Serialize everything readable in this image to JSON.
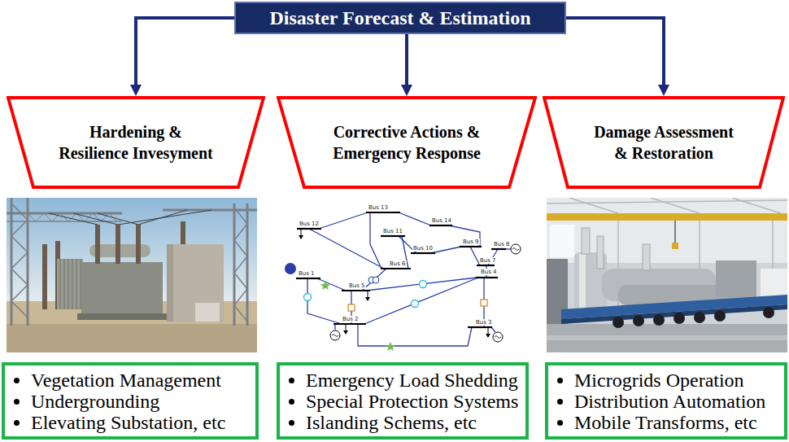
{
  "diagram": {
    "nodes": [
      {
        "text": [
          "Disaster Forecast & Estimation"
        ]
      },
      {
        "text": [
          "Hardening & Resilience Invesyment"
        ]
      },
      {
        "text": [
          "Corrective Actions & Emergency Response"
        ]
      },
      {
        "text": [
          "Damage Assessment & Restoration"
        ]
      },
      {
        "text": [
          "Vegetation Management",
          "Undergrounding",
          "Elevating Substation, etc"
        ]
      },
      {
        "text": [
          "Emergency Load Shedding",
          "Special Protection Systems",
          "Islanding Schems, etc"
        ]
      },
      {
        "text": [
          "Microgrids Operation",
          "Distribution Automation",
          "Mobile Transforms, etc"
        ]
      }
    ],
    "edges": [
      {
        "from": 0,
        "to": 1,
        "arrow": "to"
      },
      {
        "from": 0,
        "to": 2,
        "arrow": "to"
      },
      {
        "from": 0,
        "to": 3,
        "arrow": "to"
      }
    ],
    "labels": [
      "Bus 13",
      "Bus 12",
      "Bus 14",
      "Bus 11",
      "Bus 10",
      "Bus 9",
      "Bus 8",
      "Bus 7",
      "Bus 6",
      "Bus 4",
      "Bus 1",
      "Bus 5",
      "Bus 2",
      "Bus 3"
    ]
  }
}
